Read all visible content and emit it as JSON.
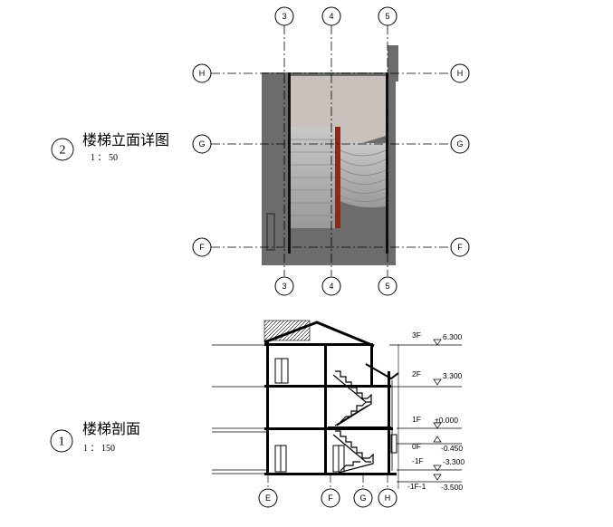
{
  "detail_view": {
    "number": "2",
    "title": "楼梯立面详图",
    "scale": "1 ： 50",
    "grid_top": [
      "3",
      "4",
      "5"
    ],
    "grid_bottom": [
      "3",
      "4",
      "5"
    ],
    "grid_left": [
      "H",
      "G",
      "F"
    ],
    "grid_right": [
      "H",
      "G",
      "F"
    ]
  },
  "section_view": {
    "number": "1",
    "title": "楼梯剖面",
    "scale": "1 ： 150",
    "grid_bottom": [
      "E",
      "F",
      "G",
      "H"
    ],
    "levels": [
      {
        "name": "3F",
        "elevation": "6.300"
      },
      {
        "name": "2F",
        "elevation": "3.300"
      },
      {
        "name": "1F",
        "elevation": "±0.000"
      },
      {
        "name": "0F",
        "elevation": "-0.450"
      },
      {
        "name": "-1F",
        "elevation": "-3.300"
      },
      {
        "name": "-1F-1",
        "elevation": "-3.500"
      }
    ]
  },
  "colors": {
    "background": "#ffffff",
    "slab_gray": "#6e6e6e",
    "landing_fill": "#c9c3bd",
    "stair_tread": "#b8b8b8",
    "stringer_red": "#8a2a1a"
  }
}
